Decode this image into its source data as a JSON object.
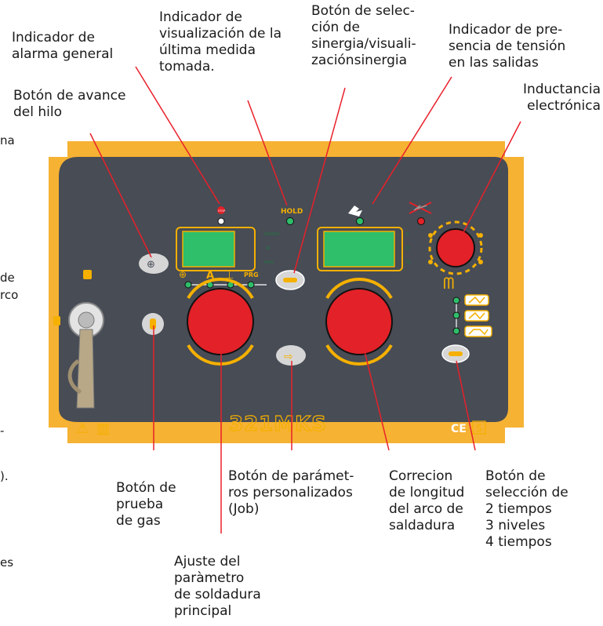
{
  "labels": {
    "alarm": "Indicador de\nalarma general",
    "last_measure": "Indicador de\nvisualización de la\núltima medida\ntomada.",
    "synergy": "Botón de selec-\nción de\nsinergia/visuali-\nzaciónsinergia",
    "tension": "Indicador de pre-\nsencia de tensión\nen las salidas",
    "inductance": "Inductancia\nelectrónica",
    "wire_feed": "Botón de avance\ndel hilo",
    "gas_test": "Botón de\nprueba\nde gas",
    "job": "Botón de parámet-\nros personalizados\n(Job)",
    "arc_length": "Correcion\nde longitud\ndel arco de\nsaldadura",
    "mode_select": "Botón de\nselección de\n2 tiempos\n3 niveles\n4 tiempos",
    "main_param": "Ajuste del\nparàmetro\nde soldadura\nprincipal"
  },
  "edge_fragments": {
    "f1": "na",
    "f2": "de",
    "f3": "rco",
    "f4": "-",
    "f5": ").",
    "f6": "es"
  },
  "panel": {
    "model": "321MKS",
    "stop_tag": "STOP",
    "hold_tag": "HOLD",
    "prg_tag": "PRG",
    "amp_tag": "A",
    "ce_mark": "CE",
    "s_mark": "S",
    "left_units": [
      "m/min",
      "A",
      "mm"
    ],
    "right_units": [
      "s",
      "V",
      "%"
    ]
  },
  "colors": {
    "frame": "#f6b233",
    "panel": "#474c55",
    "knob": "#e32128",
    "lcd": "#2fbe6a",
    "accent": "#f5b000",
    "leader": "#e8202a"
  }
}
